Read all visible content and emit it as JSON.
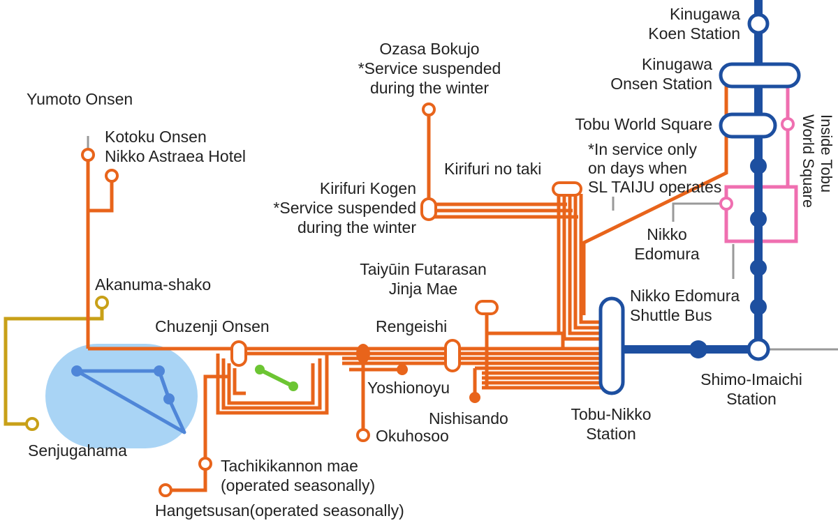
{
  "colors": {
    "orange_line": "#e8641b",
    "blue_line": "#1d4fa0",
    "pink_line": "#ef6fb0",
    "yellow_line": "#c8a018",
    "green_line": "#6cc533",
    "gray_line": "#999999",
    "lake": "#a9d4f5",
    "lake_route": "#4f86d8"
  },
  "stations": {
    "kinugawa_koen": [
      "Kinugawa",
      "Koen Station"
    ],
    "kinugawa_onsen": [
      "Kinugawa",
      "Onsen Station"
    ],
    "tobu_world_square": "Tobu World Square",
    "inside_tobu_world_square": [
      "Inside Tobu",
      "World Square"
    ],
    "sl_taiju_note": [
      "*In service only",
      "on days when",
      "SL TAIJU operates"
    ],
    "nikko_edomura": [
      "Nikko",
      "Edomura"
    ],
    "nikko_edomura_shuttle": [
      "Nikko Edomura",
      "Shuttle Bus"
    ],
    "shimo_imaichi": [
      "Shimo-Imaichi",
      "Station"
    ],
    "tobu_nikko": [
      "Tobu-Nikko",
      "Station"
    ],
    "ozasa_bokujo": [
      "Ozasa Bokujo",
      "*Service suspended",
      "during the winter"
    ],
    "kirifuri_no_taki": "Kirifuri no taki",
    "kirifuri_kogen": [
      "Kirifuri Kogen",
      "*Service suspended",
      "during the winter"
    ],
    "taiyuin": [
      "Taiyūin Futarasan",
      "Jinja Mae"
    ],
    "rengeishi": "Rengeishi",
    "yoshionoyu": "Yoshionoyu",
    "nishisando": "Nishisando",
    "okuhosoo": "Okuhosoo",
    "chuzenji_onsen": "Chuzenji Onsen",
    "yumoto_onsen": "Yumoto Onsen",
    "kotoku_onsen": [
      "Kotoku Onsen",
      "Nikko Astraea Hotel"
    ],
    "akanuma_shako": "Akanuma-shako",
    "senjugahama": "Senjugahama",
    "tachikikannon": [
      "Tachikikannon mae",
      "(operated seasonally)"
    ],
    "hangetsusan": "Hangetsusan(operated seasonally)"
  }
}
